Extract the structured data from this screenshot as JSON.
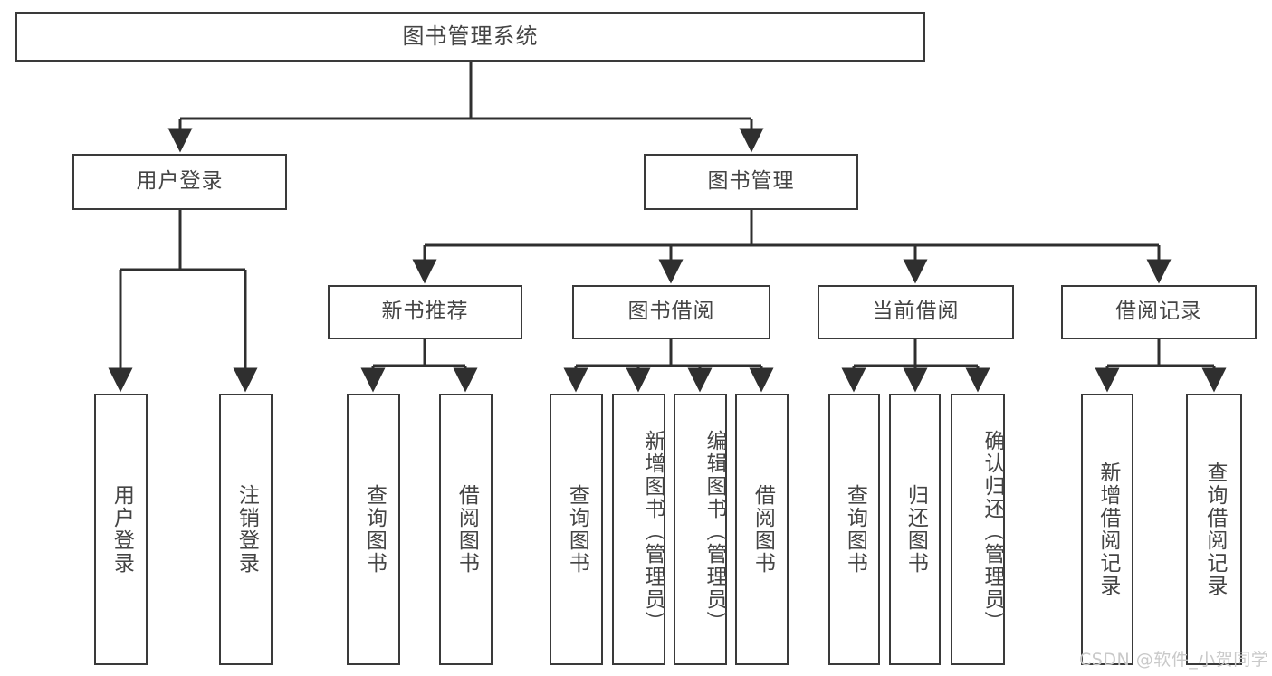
{
  "diagram": {
    "title": "图书管理系统",
    "type": "tree-hierarchy-chart",
    "colors": {
      "background": "#ffffff",
      "box_border": "#3a3a3a",
      "box_fill": "#ffffff",
      "text": "#444444",
      "connector": "#2f2f2f",
      "watermark": "#c9c9c9"
    },
    "root": {
      "label": "图书管理系统"
    },
    "level2": [
      {
        "id": "user-login",
        "label": "用户登录"
      },
      {
        "id": "book-manage",
        "label": "图书管理"
      }
    ],
    "level3": [
      {
        "id": "new-book-recommend",
        "label": "新书推荐"
      },
      {
        "id": "book-borrow",
        "label": "图书借阅"
      },
      {
        "id": "current-borrow",
        "label": "当前借阅"
      },
      {
        "id": "borrow-record",
        "label": "借阅记录"
      }
    ],
    "leaves": {
      "user_login": [
        {
          "id": "leaf-user-login",
          "label": "用户登录"
        },
        {
          "id": "leaf-logout",
          "label": "注销登录"
        }
      ],
      "new_book_recommend": [
        {
          "id": "leaf-query-book-1",
          "label": "查询图书"
        },
        {
          "id": "leaf-borrow-book-1",
          "label": "借阅图书"
        }
      ],
      "book_borrow": [
        {
          "id": "leaf-query-book-2",
          "label": "查询图书"
        },
        {
          "id": "leaf-add-book",
          "label": "新增图书（管理员）"
        },
        {
          "id": "leaf-edit-book",
          "label": "编辑图书（管理员）"
        },
        {
          "id": "leaf-borrow-book-2",
          "label": "借阅图书"
        }
      ],
      "current_borrow": [
        {
          "id": "leaf-query-book-3",
          "label": "查询图书"
        },
        {
          "id": "leaf-return-book",
          "label": "归还图书"
        },
        {
          "id": "leaf-confirm-return",
          "label": "确认归还（管理员）"
        }
      ],
      "borrow_record": [
        {
          "id": "leaf-add-record",
          "label": "新增借阅记录"
        },
        {
          "id": "leaf-query-record",
          "label": "查询借阅记录"
        }
      ]
    },
    "watermark": "CSDN @软件_小贺同学"
  }
}
